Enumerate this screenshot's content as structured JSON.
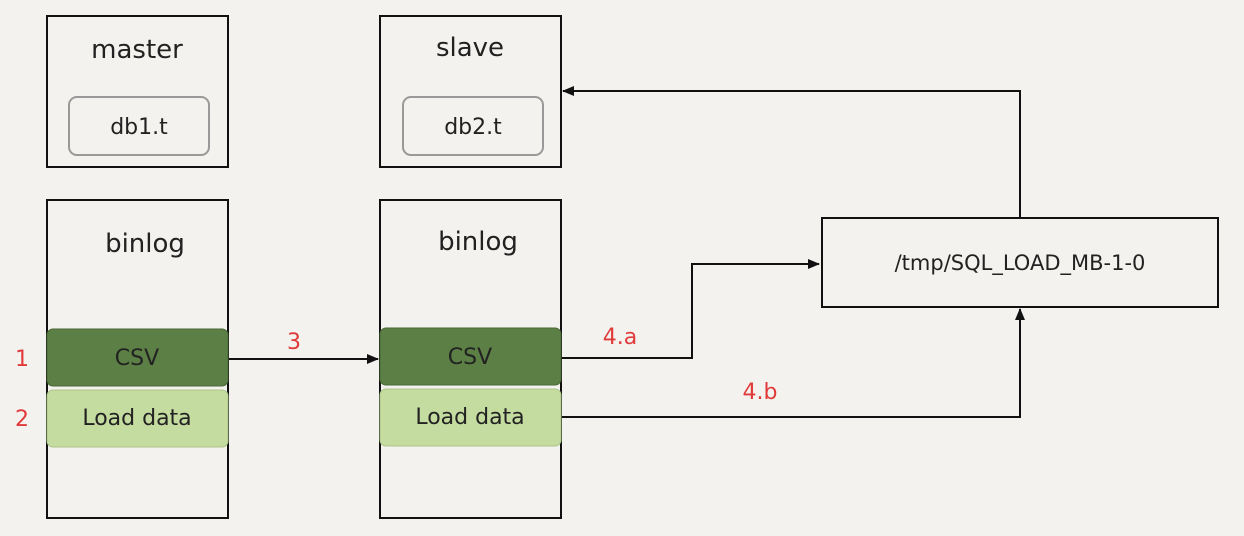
{
  "master": {
    "title": "master",
    "table": "db1.t"
  },
  "slave": {
    "title": "slave",
    "table": "db2.t"
  },
  "master_binlog": {
    "title": "binlog",
    "events": [
      "CSV",
      "Load data"
    ]
  },
  "slave_binlog": {
    "title": "binlog",
    "events": [
      "CSV",
      "Load data"
    ]
  },
  "tmp_file": {
    "path": "/tmp/SQL_LOAD_MB-1-0"
  },
  "steps": {
    "s1": "1",
    "s2": "2",
    "s3": "3",
    "s4a": "4.a",
    "s4b": "4.b"
  },
  "colors": {
    "background": "#f4f2ee",
    "csv_fill": "#5c7f45",
    "load_fill": "#c5dca0",
    "step_red": "#e03a3a",
    "stroke": "#111111"
  }
}
